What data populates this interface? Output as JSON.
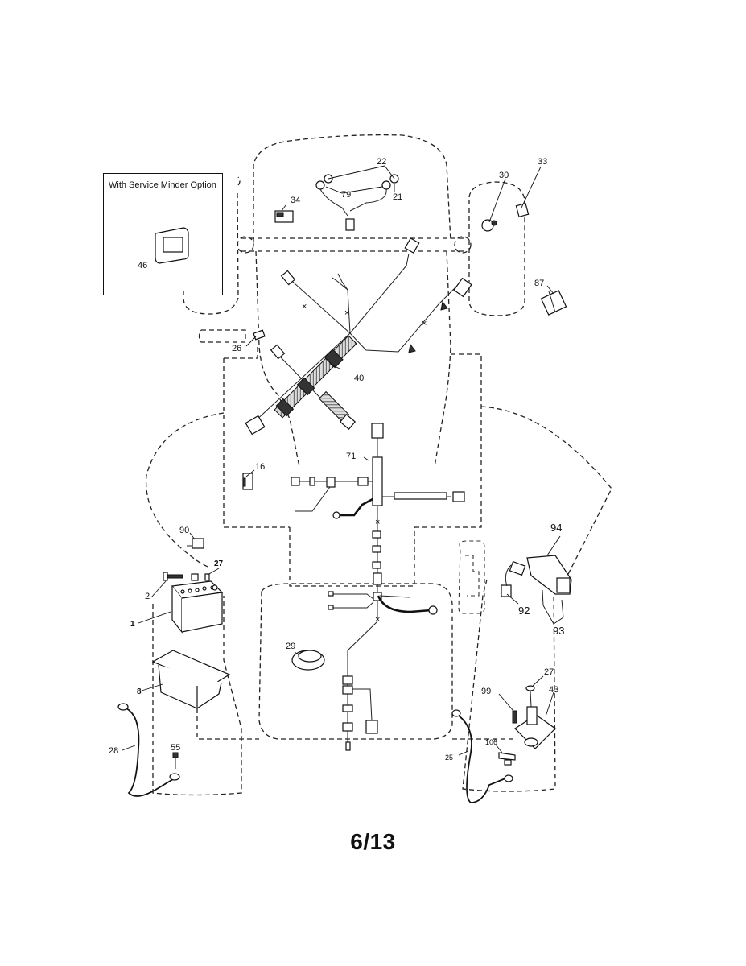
{
  "document": {
    "type": "exploded parts diagram",
    "subject": "electrical system / wiring harness",
    "page_number": "6/13"
  },
  "option_box": {
    "title": "With Service Minder Option",
    "parts": [
      "46"
    ]
  },
  "callouts": {
    "p1": "1",
    "p2": "2",
    "p8": "8",
    "p16": "16",
    "p21": "21",
    "p22": "22",
    "p25": "25",
    "p26": "26",
    "p27a": "27",
    "p27b": "27",
    "p28": "28",
    "p29": "29",
    "p30": "30",
    "p33": "33",
    "p34": "34",
    "p40": "40",
    "p43": "43",
    "p46": "46",
    "p55": "55",
    "p71": "71",
    "p79": "79",
    "p87": "87",
    "p90": "90",
    "p92": "92",
    "p93": "93",
    "p94": "94",
    "p99": "99",
    "p106": "106"
  },
  "parts_list": [
    "1",
    "2",
    "8",
    "16",
    "21",
    "22",
    "25",
    "26",
    "27",
    "28",
    "29",
    "30",
    "33",
    "34",
    "40",
    "43",
    "46",
    "55",
    "71",
    "79",
    "87",
    "90",
    "92",
    "93",
    "94",
    "99",
    "106"
  ]
}
